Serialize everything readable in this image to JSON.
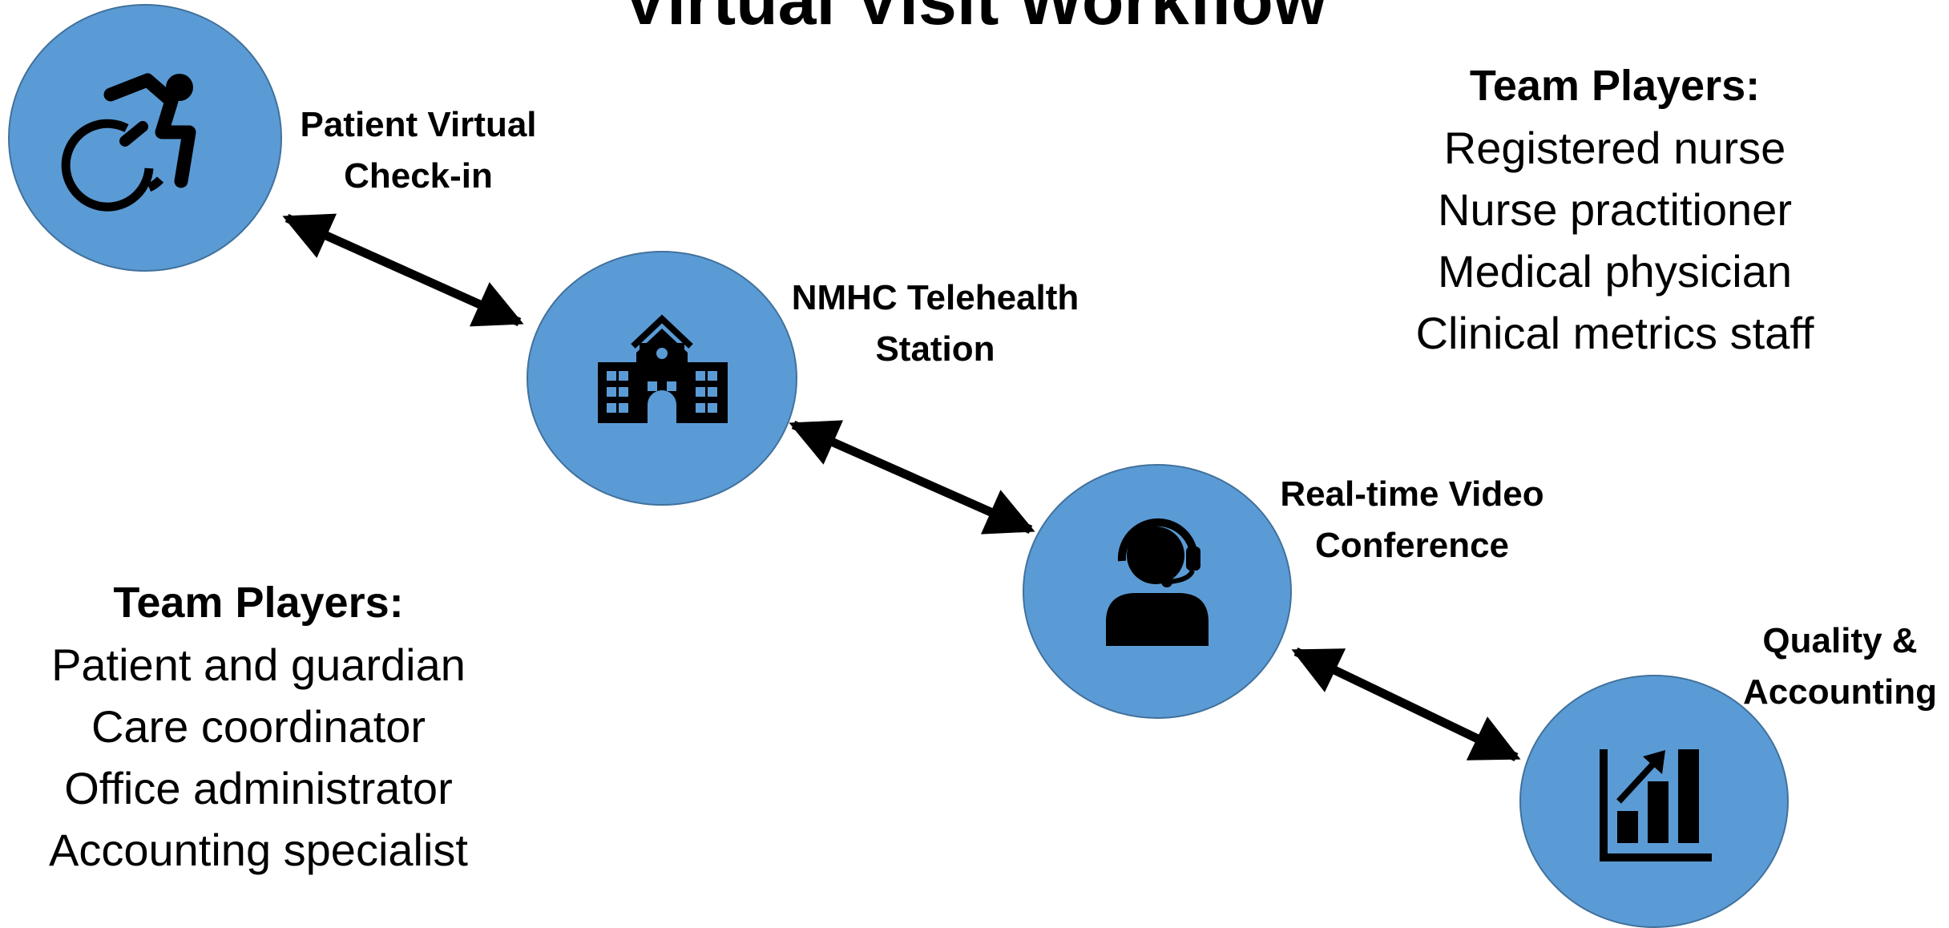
{
  "title": "Virtual Visit Workflow",
  "nodes": [
    {
      "id": "check-in",
      "label_lines": [
        "Patient Virtual",
        "Check-in"
      ],
      "icon": "wheelchair-icon"
    },
    {
      "id": "telehealth-station",
      "label_lines": [
        "NMHC Telehealth",
        "Station"
      ],
      "icon": "building-icon"
    },
    {
      "id": "video-conference",
      "label_lines": [
        "Real-time Video",
        "Conference"
      ],
      "icon": "headset-agent-icon"
    },
    {
      "id": "quality-accounting",
      "label_lines": [
        "Quality &",
        "Accounting"
      ],
      "icon": "bar-chart-icon"
    }
  ],
  "connections": [
    {
      "from": "check-in",
      "to": "telehealth-station",
      "arrows": "both"
    },
    {
      "from": "telehealth-station",
      "to": "video-conference",
      "arrows": "both"
    },
    {
      "from": "video-conference",
      "to": "quality-accounting",
      "arrows": "both"
    }
  ],
  "team_groups": [
    {
      "heading": "Team Players:",
      "members": [
        "Registered nurse",
        "Nurse practitioner",
        "Medical physician",
        "Clinical metrics staff"
      ]
    },
    {
      "heading": "Team Players:",
      "members": [
        "Patient and guardian",
        "Care coordinator",
        "Office administrator",
        "Accounting specialist"
      ]
    }
  ],
  "colors": {
    "node_fill": "#5b9bd5",
    "node_stroke": "#41719c",
    "icon": "#000000",
    "arrow": "#000000",
    "text": "#000000",
    "background": "#ffffff"
  }
}
